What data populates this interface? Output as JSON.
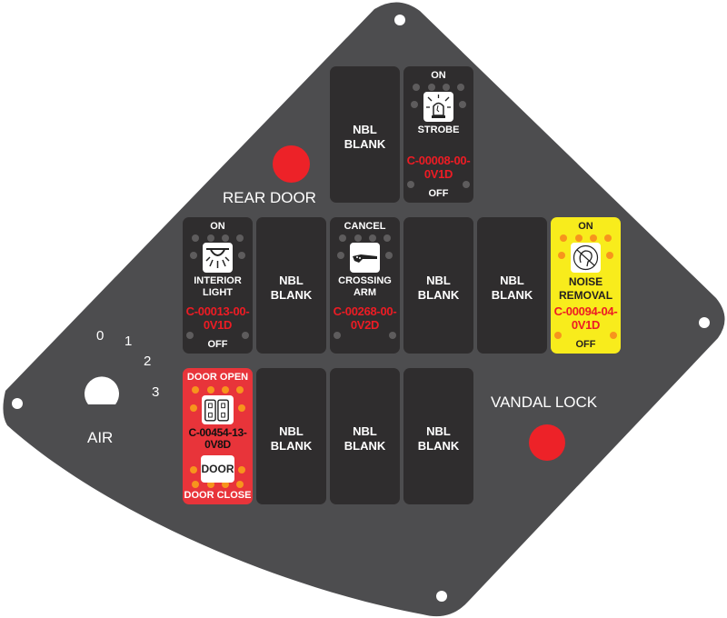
{
  "panel": {
    "rear_door_label": "REAR DOOR",
    "vandal_lock_label": "VANDAL LOCK",
    "air_label": "AIR",
    "dial_positions": [
      "0",
      "1",
      "2",
      "3"
    ],
    "colors": {
      "panel": "#4d4d4f",
      "button": "#ed2228",
      "switch": "#2f2d2e",
      "yellow": "#f8ec1c",
      "red": "#e8343a"
    }
  },
  "switches": [
    {
      "id": "r1c3",
      "type": "blank",
      "label": "NBL\nBLANK"
    },
    {
      "id": "r1c4",
      "type": "dark",
      "top": "ON",
      "label": "STROBE",
      "code": "C-00008-00-\n0V1D",
      "bottom": "OFF",
      "icon": "strobe-icon"
    },
    {
      "id": "r2c0",
      "type": "dark",
      "top": "ON",
      "label": "INTERIOR\nLIGHT",
      "code": "C-00013-00-\n0V1D",
      "bottom": "OFF",
      "icon": "interior-light-icon"
    },
    {
      "id": "r2c1",
      "type": "blank",
      "label": "NBL\nBLANK"
    },
    {
      "id": "r2c2",
      "type": "dark",
      "top": "CANCEL",
      "label": "CROSSING\nARM",
      "code": "C-00268-00-\n0V2D",
      "bottom": "",
      "icon": "crossing-arm-icon"
    },
    {
      "id": "r2c3",
      "type": "blank",
      "label": "NBL\nBLANK"
    },
    {
      "id": "r2c4",
      "type": "blank",
      "label": "NBL\nBLANK"
    },
    {
      "id": "r2c5",
      "type": "yellow",
      "top": "ON",
      "label": "NOISE\nREMOVAL",
      "code": "C-00094-04-\n0V1D",
      "bottom": "OFF",
      "icon": "noise-removal-icon"
    },
    {
      "id": "r3c0",
      "type": "red",
      "top": "DOOR OPEN",
      "label": "",
      "code": "C-00454-13-\n0V8D",
      "bottom": "DOOR CLOSE",
      "icon": "door-icon",
      "icon_text": "DOOR"
    },
    {
      "id": "r3c1",
      "type": "blank",
      "label": "NBL\nBLANK"
    },
    {
      "id": "r3c2",
      "type": "blank",
      "label": "NBL\nBLANK"
    },
    {
      "id": "r3c3",
      "type": "blank",
      "label": "NBL\nBLANK"
    }
  ]
}
